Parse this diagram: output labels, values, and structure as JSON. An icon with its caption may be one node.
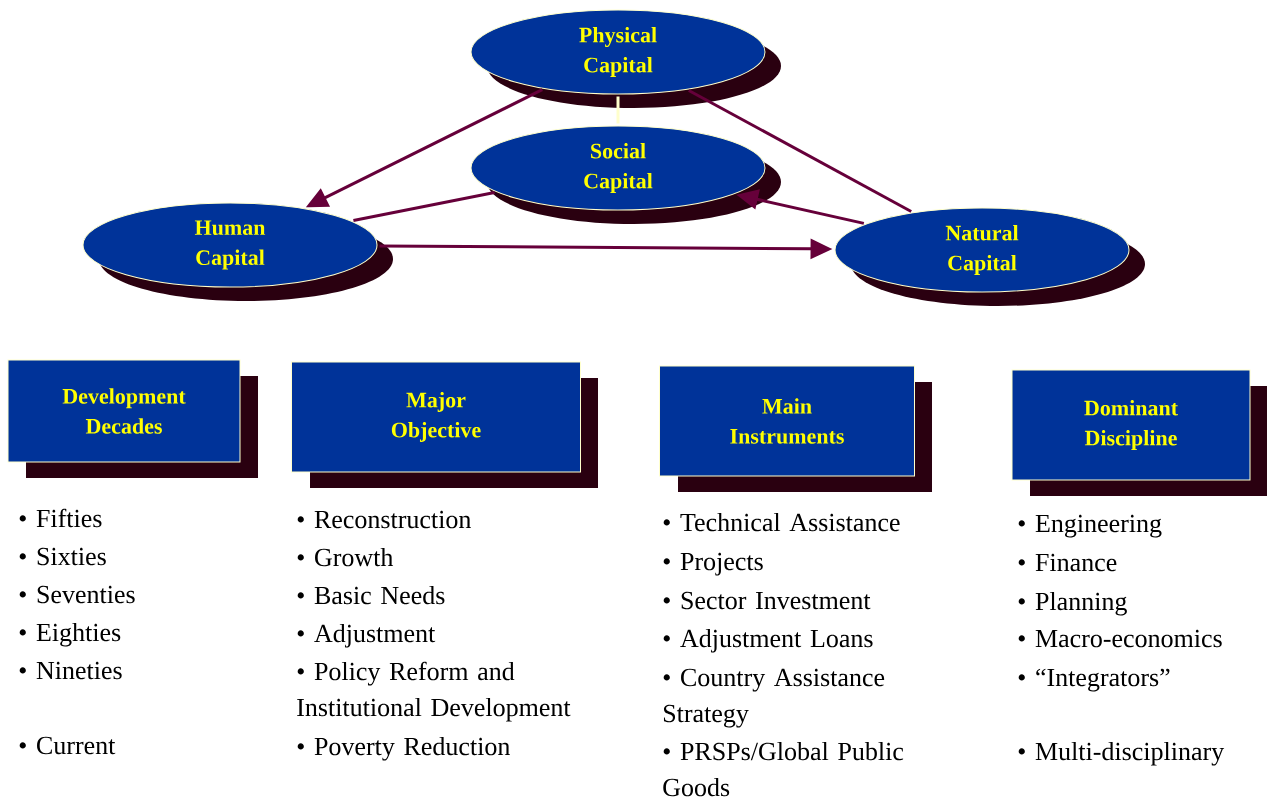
{
  "diagram": {
    "nodes": [
      {
        "text": [
          "Physical Capital"
        ]
      },
      {
        "text": [
          "Social Capital"
        ]
      },
      {
        "text": [
          "Human Capital"
        ]
      },
      {
        "text": [
          "Natural Capital"
        ]
      },
      {
        "text": [
          "Development Decades"
        ]
      },
      {
        "text": [
          "Major Objective"
        ]
      },
      {
        "text": [
          "Main Instruments"
        ]
      },
      {
        "text": [
          "Dominant Discipline"
        ]
      }
    ],
    "edges": [
      {
        "from": 0,
        "to": 2,
        "arrow": "to"
      },
      {
        "from": 0,
        "to": 1,
        "arrow": "none",
        "color": "#ffffcc"
      },
      {
        "from": 2,
        "to": 1,
        "arrow": "none"
      },
      {
        "from": 3,
        "to": 1,
        "arrow": "to"
      },
      {
        "from": 0,
        "to": 3,
        "arrow": "none"
      },
      {
        "from": 2,
        "to": 3,
        "arrow": "to"
      }
    ],
    "labels": [
      "• Fifties",
      "• Sixties",
      "• Seventies",
      "• Eighties",
      "• Nineties",
      "• Current",
      "• Reconstruction",
      "• Growth",
      "• Basic Needs",
      "• Adjustment",
      "• Policy Reform and Institutional Development",
      "• Poverty Reduction",
      "• Technical Assistance",
      "• Projects",
      "• Sector Investment",
      "• Adjustment Loans",
      "• Country Assistance Strategy",
      "• PRSPs/Global Public Goods",
      "• Engineering",
      "• Finance",
      "• Planning",
      "• Macro-economics",
      "• “Integrators”",
      "• Multi-disciplinary"
    ]
  }
}
